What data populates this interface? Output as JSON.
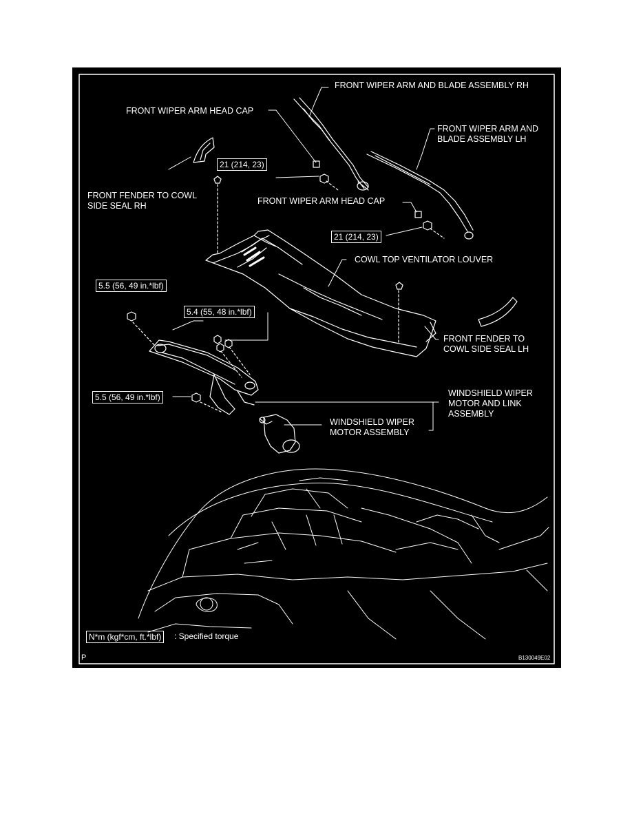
{
  "labels": {
    "arm_rh": "FRONT WIPER ARM AND BLADE ASSEMBLY RH",
    "head_cap_1": "FRONT WIPER ARM HEAD CAP",
    "arm_lh": "FRONT WIPER ARM AND\nBLADE ASSEMBLY LH",
    "seal_rh": "FRONT FENDER TO COWL\nSIDE SEAL RH",
    "head_cap_2": "FRONT WIPER ARM HEAD CAP",
    "louver": "COWL TOP VENTILATOR LOUVER",
    "seal_lh": "FRONT FENDER TO\nCOWL SIDE SEAL LH",
    "motor_link": "WINDSHIELD WIPER\nMOTOR AND LINK\nASSEMBLY",
    "motor": "WINDSHIELD WIPER\nMOTOR ASSEMBLY"
  },
  "torques": {
    "t1": "21 (214, 23)",
    "t2": "21 (214, 23)",
    "t3": "5.5 (56, 49 in.*lbf)",
    "t4": "5.4 (55, 48 in.*lbf)",
    "t5": "5.5 (56, 49 in.*lbf)"
  },
  "legend": {
    "unit_box": "N*m (kgf*cm, ft.*lbf)",
    "text": ": Specified torque"
  },
  "corner_mark": "P",
  "figure_id": "B130049E02",
  "colors": {
    "background": "#000000",
    "line": "#ffffff"
  }
}
